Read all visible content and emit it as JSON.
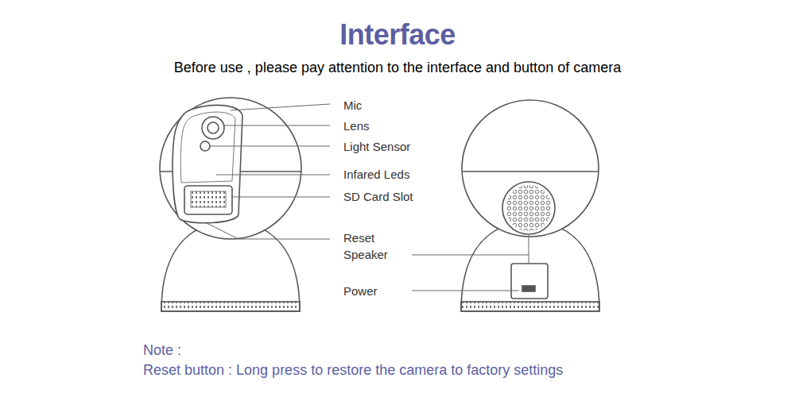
{
  "diagram": {
    "title": "Interface",
    "labels": [
      "Before use , please pay attention to the interface and button of camera",
      "Mic",
      "Lens",
      "Light Sensor",
      "Infared Leds",
      "SD Card Slot",
      "Reset",
      "Speaker",
      "Power",
      "Note :",
      "Reset button : Long press to restore the camera to factory settings"
    ]
  }
}
